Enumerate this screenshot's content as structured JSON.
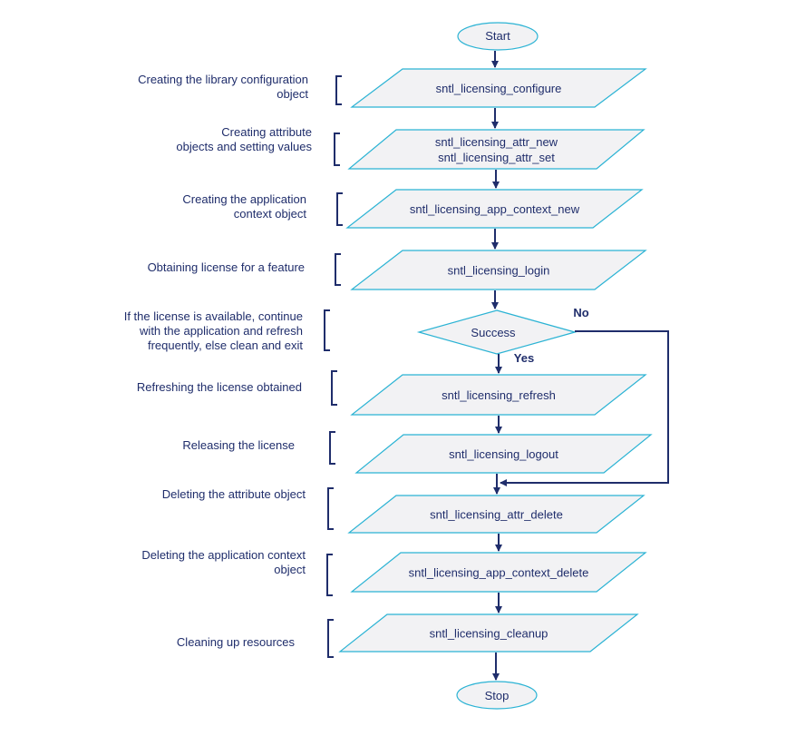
{
  "terminals": {
    "start": "Start",
    "stop": "Stop"
  },
  "steps": [
    {
      "desc": [
        "Creating the library configuration",
        "object"
      ],
      "box": [
        "sntl_licensing_configure"
      ]
    },
    {
      "desc": [
        "Creating attribute",
        "objects and setting values"
      ],
      "box": [
        "sntl_licensing_attr_new",
        "sntl_licensing_attr_set"
      ]
    },
    {
      "desc": [
        "Creating the application",
        "context object"
      ],
      "box": [
        "sntl_licensing_app_context_new"
      ]
    },
    {
      "desc": [
        "Obtaining license for a feature"
      ],
      "box": [
        "sntl_licensing_login"
      ]
    },
    {
      "desc": [
        "If the license is available, continue",
        "with the application and refresh",
        "frequently, else clean and exit"
      ],
      "decision": "Success"
    },
    {
      "desc": [
        "Refreshing the license obtained"
      ],
      "box": [
        "sntl_licensing_refresh"
      ]
    },
    {
      "desc": [
        "Releasing the license"
      ],
      "box": [
        "sntl_licensing_logout"
      ]
    },
    {
      "desc": [
        "Deleting the attribute object"
      ],
      "box": [
        "sntl_licensing_attr_delete"
      ]
    },
    {
      "desc": [
        "Deleting the application context",
        "object"
      ],
      "box": [
        "sntl_licensing_app_context_delete"
      ]
    },
    {
      "desc": [
        "Cleaning up resources"
      ],
      "box": [
        "sntl_licensing_cleanup"
      ]
    }
  ],
  "labels": {
    "yes": "Yes",
    "no": "No"
  },
  "colors": {
    "shape_stroke": "#2bb3d4",
    "shape_fill": "#f2f2f4",
    "arrow": "#1f2d6b",
    "text": "#1f2d6b"
  }
}
